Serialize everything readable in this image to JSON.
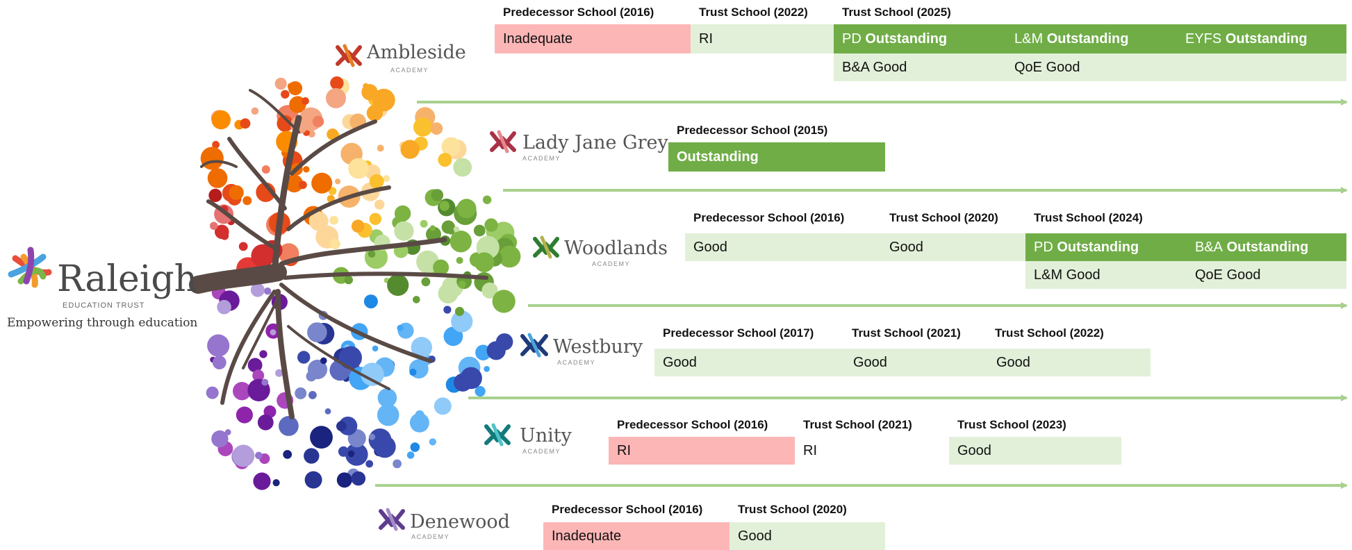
{
  "brand": {
    "name": "Raleigh",
    "subtitle": "EDUCATION TRUST",
    "tagline": "Empowering through education"
  },
  "academy_word": "ACADEMY",
  "colors": {
    "inadequate_red": "#fdb6b6",
    "light_green": "#e2f0d9",
    "dark_green": "#70ad47",
    "arrow_green": "#a9d18e",
    "trunk_brown": "#5a4a45"
  },
  "schools": [
    {
      "name": "Ambleside",
      "headers": [
        "Predecessor School (2016)",
        "Trust School (2022)",
        "Trust School (2025)"
      ],
      "rating_row": [
        {
          "text": "Inadequate",
          "style": "red"
        },
        {
          "text": "RI",
          "style": "light"
        }
      ],
      "outstanding_row": [
        {
          "prefix": "PD",
          "rating": "Outstanding"
        },
        {
          "prefix": "L&M",
          "rating": "Outstanding"
        },
        {
          "prefix": "EYFS",
          "rating": "Outstanding"
        }
      ],
      "good_row": [
        "B&A Good",
        "QoE Good"
      ]
    },
    {
      "name": "Lady Jane Grey",
      "headers": [
        "Predecessor School (2015)"
      ],
      "rating_row": [
        {
          "text": "Outstanding",
          "style": "dark"
        }
      ]
    },
    {
      "name": "Woodlands",
      "headers": [
        "Predecessor School (2016)",
        "Trust School (2020)",
        "Trust School (2024)"
      ],
      "rating_row": [
        {
          "text": "Good",
          "style": "light"
        },
        {
          "text": "Good",
          "style": "light"
        }
      ],
      "outstanding_row": [
        {
          "prefix": "PD",
          "rating": "Outstanding"
        },
        {
          "prefix": "B&A",
          "rating": "Outstanding"
        }
      ],
      "good_row": [
        "L&M Good",
        "QoE Good"
      ]
    },
    {
      "name": "Westbury",
      "headers": [
        "Predecessor School (2017)",
        "Trust School (2021)",
        "Trust School (2022)"
      ],
      "rating_row": [
        {
          "text": "Good",
          "style": "light"
        },
        {
          "text": "Good",
          "style": "light"
        },
        {
          "text": "Good",
          "style": "light"
        }
      ]
    },
    {
      "name": "Unity",
      "headers": [
        "Predecessor School (2016)",
        "Trust School (2021)",
        "Trust School (2023)"
      ],
      "rating_row": [
        {
          "text": "RI",
          "style": "red"
        },
        {
          "text": "RI",
          "style": "white"
        },
        {
          "text": "Good",
          "style": "light"
        }
      ]
    },
    {
      "name": "Denewood",
      "headers": [
        "Predecessor School (2016)",
        "Trust School (2020)"
      ],
      "rating_row": [
        {
          "text": "Inadequate",
          "style": "red"
        },
        {
          "text": "Good",
          "style": "light"
        }
      ]
    }
  ]
}
